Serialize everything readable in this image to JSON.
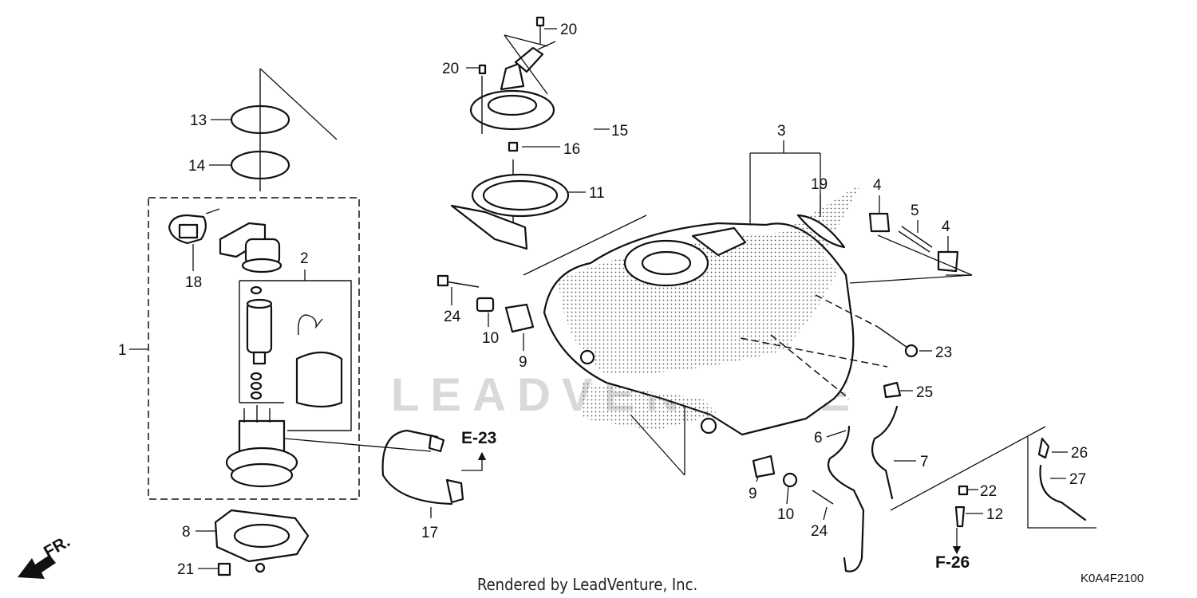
{
  "callouts": [
    {
      "id": "c1",
      "text": "1"
    },
    {
      "id": "c2",
      "text": "2"
    },
    {
      "id": "c3",
      "text": "3"
    },
    {
      "id": "c4a",
      "text": "4"
    },
    {
      "id": "c4b",
      "text": "4"
    },
    {
      "id": "c5",
      "text": "5"
    },
    {
      "id": "c6",
      "text": "6"
    },
    {
      "id": "c7",
      "text": "7"
    },
    {
      "id": "c8",
      "text": "8"
    },
    {
      "id": "c9a",
      "text": "9"
    },
    {
      "id": "c9b",
      "text": "9"
    },
    {
      "id": "c10a",
      "text": "10"
    },
    {
      "id": "c10b",
      "text": "10"
    },
    {
      "id": "c11",
      "text": "11"
    },
    {
      "id": "c12",
      "text": "12"
    },
    {
      "id": "c13",
      "text": "13"
    },
    {
      "id": "c14",
      "text": "14"
    },
    {
      "id": "c15",
      "text": "15"
    },
    {
      "id": "c16",
      "text": "16"
    },
    {
      "id": "c17",
      "text": "17"
    },
    {
      "id": "c18",
      "text": "18"
    },
    {
      "id": "c19",
      "text": "19"
    },
    {
      "id": "c20a",
      "text": "20"
    },
    {
      "id": "c20b",
      "text": "20"
    },
    {
      "id": "c21",
      "text": "21"
    },
    {
      "id": "c22",
      "text": "22"
    },
    {
      "id": "c23",
      "text": "23"
    },
    {
      "id": "c24a",
      "text": "24"
    },
    {
      "id": "c24b",
      "text": "24"
    },
    {
      "id": "c25",
      "text": "25"
    },
    {
      "id": "c26",
      "text": "26"
    },
    {
      "id": "c27",
      "text": "27"
    }
  ],
  "references": {
    "e23": "E-23",
    "f26": "F-26"
  },
  "direction": {
    "front": "FR."
  },
  "watermark": "LEADVENTURE",
  "credit": "Rendered by LeadVenture, Inc.",
  "diagram_code": "K0A4F2100"
}
